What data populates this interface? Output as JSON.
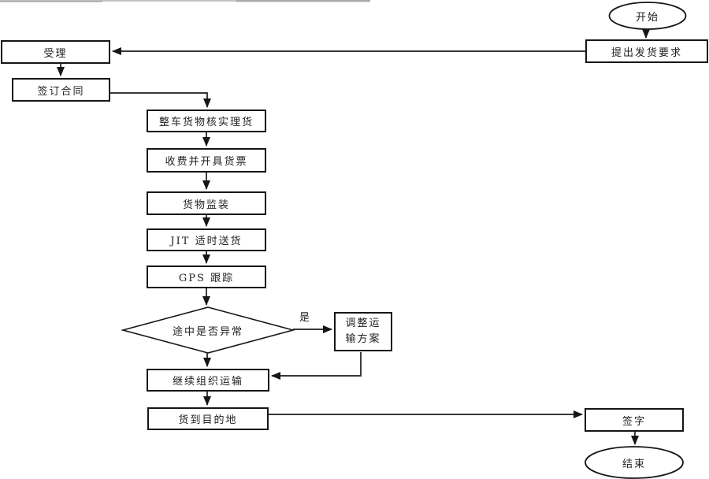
{
  "page": {
    "background": "#ffffff",
    "stroke_color": "#1c1c1c",
    "text_color": "#1f1f1f"
  },
  "flowchart": {
    "nodes": {
      "start": {
        "label": "开始",
        "shape": "ellipse"
      },
      "request": {
        "label": "提出发货要求",
        "shape": "rect"
      },
      "accept": {
        "label": "受理",
        "shape": "rect"
      },
      "contract": {
        "label": "签订合同",
        "shape": "rect"
      },
      "tally": {
        "label": "整车货物核实理货",
        "shape": "rect"
      },
      "charge": {
        "label": "收费并开具货票",
        "shape": "rect"
      },
      "loading": {
        "label": "货物监装",
        "shape": "rect"
      },
      "jit": {
        "label": "JIT 适时送货",
        "shape": "rect"
      },
      "gps": {
        "label": "GPS 跟踪",
        "shape": "rect"
      },
      "decision": {
        "label": "途中是否异常",
        "shape": "diamond"
      },
      "adjust": {
        "label": "调整运输方案",
        "line1": "调整运",
        "line2": "输方案",
        "shape": "rect"
      },
      "continue": {
        "label": "继续组织运输",
        "shape": "rect"
      },
      "arrive": {
        "label": "货到目的地",
        "shape": "rect"
      },
      "sign": {
        "label": "签字",
        "shape": "rect"
      },
      "end": {
        "label": "结束",
        "shape": "ellipse"
      }
    },
    "edge_labels": {
      "yes": "是"
    },
    "edges": [
      {
        "from": "start",
        "to": "request"
      },
      {
        "from": "request",
        "to": "accept"
      },
      {
        "from": "accept",
        "to": "contract"
      },
      {
        "from": "contract",
        "to": "tally"
      },
      {
        "from": "tally",
        "to": "charge"
      },
      {
        "from": "charge",
        "to": "loading"
      },
      {
        "from": "loading",
        "to": "jit"
      },
      {
        "from": "jit",
        "to": "gps"
      },
      {
        "from": "gps",
        "to": "decision"
      },
      {
        "from": "decision",
        "to": "adjust",
        "label": "是"
      },
      {
        "from": "decision",
        "to": "continue"
      },
      {
        "from": "adjust",
        "to": "continue"
      },
      {
        "from": "continue",
        "to": "arrive"
      },
      {
        "from": "arrive",
        "to": "sign"
      },
      {
        "from": "sign",
        "to": "end"
      }
    ]
  }
}
